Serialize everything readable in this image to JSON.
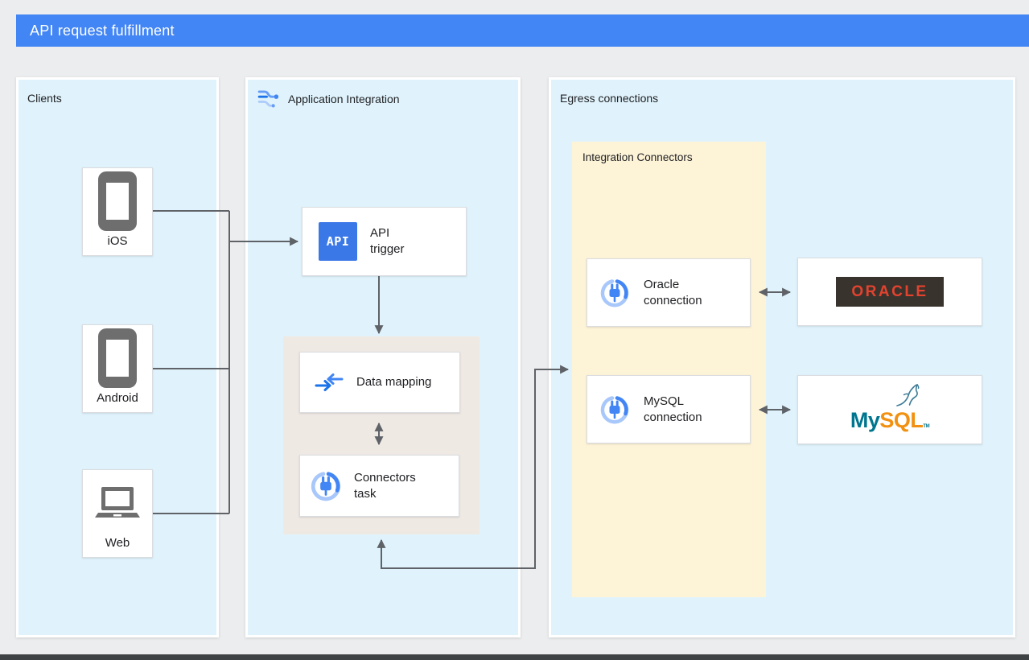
{
  "banner": {
    "title": "API request fulfillment"
  },
  "clients_panel": {
    "title": "Clients",
    "items": [
      {
        "label": "iOS",
        "icon": "smartphone-icon"
      },
      {
        "label": "Android",
        "icon": "smartphone-icon"
      },
      {
        "label": "Web",
        "icon": "laptop-icon"
      }
    ]
  },
  "integration_panel": {
    "title": "Application Integration",
    "header_icon": "application-integration-icon",
    "api_trigger": {
      "icon_text": "API",
      "label": "API trigger",
      "icon": "api-badge-icon"
    },
    "data_mapping": {
      "label": "Data mapping",
      "icon": "data-mapping-arrows-icon"
    },
    "connectors_task": {
      "label": "Connectors task",
      "icon": "integration-connectors-plug-icon"
    }
  },
  "egress_panel": {
    "title": "Egress connections",
    "connectors_group": {
      "title": "Integration Connectors",
      "oracle": {
        "label": "Oracle connection",
        "icon": "integration-connectors-plug-icon"
      },
      "mysql": {
        "label": "MySQL connection",
        "icon": "integration-connectors-plug-icon"
      }
    },
    "oracle_target": {
      "logo_text": "ORACLE"
    },
    "mysql_target": {
      "logo_my": "My",
      "logo_sql": "SQL",
      "tm": "TM",
      "icon": "mysql-dolphin-icon"
    }
  },
  "colors": {
    "banner_bg": "#4285F4",
    "page_bg": "#ECEDEE",
    "panel_bg": "#E0F3FC",
    "beige_group_bg": "#EFE9E4",
    "yellow_group_bg": "#FDF3D7",
    "card_border": "#DADCE0",
    "arrow_gray": "#5F6368",
    "device_gray": "#6E6E6E",
    "api_badge_blue": "#3B78E7",
    "connector_blue": "#4285F4",
    "connector_light_blue": "#A8C7FA",
    "oracle_red": "#E2432E",
    "oracle_badge_bg": "#39332E",
    "mysql_teal": "#00758F",
    "mysql_orange": "#F29111"
  }
}
